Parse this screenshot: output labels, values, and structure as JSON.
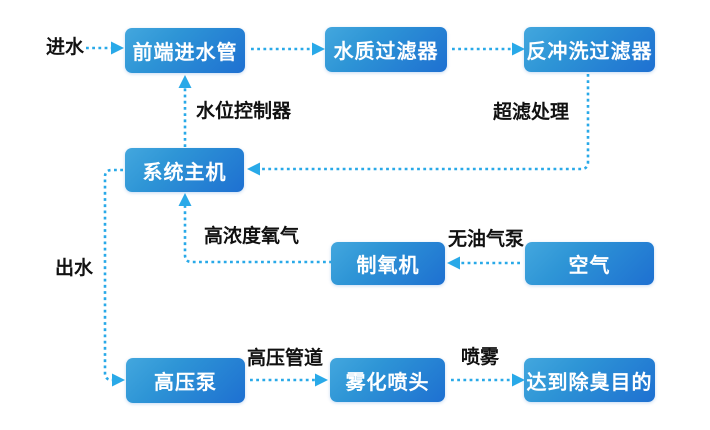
{
  "diagram": {
    "nodes": [
      {
        "id": "front-inlet-pipe",
        "label": "前端进水管"
      },
      {
        "id": "water-quality-filter",
        "label": "水质过滤器"
      },
      {
        "id": "backwash-filter",
        "label": "反冲洗过滤器"
      },
      {
        "id": "system-host",
        "label": "系统主机"
      },
      {
        "id": "oxygen-generator",
        "label": "制氧机"
      },
      {
        "id": "air",
        "label": "空气"
      },
      {
        "id": "high-pressure-pump",
        "label": "高压泵"
      },
      {
        "id": "atomizing-nozzle",
        "label": "雾化喷头"
      },
      {
        "id": "deodorization-goal",
        "label": "达到除臭目的"
      }
    ],
    "labels": {
      "inlet_water": "进水",
      "water_level_controller": "水位控制器",
      "ultra_filtration": "超滤处理",
      "high_concentration_oxygen": "高浓度氧气",
      "oil_free_air_pump": "无油气泵",
      "outlet_water": "出水",
      "high_pressure_pipeline": "高压管道",
      "spray": "喷雾"
    },
    "colors": {
      "node_gradient_top": "#43A7DE",
      "node_gradient_bottom": "#1E70D1",
      "connector": "#29A9E8",
      "node_text": "#FFFFFF",
      "label_text": "#111111",
      "background": "#FFFFFF"
    }
  }
}
